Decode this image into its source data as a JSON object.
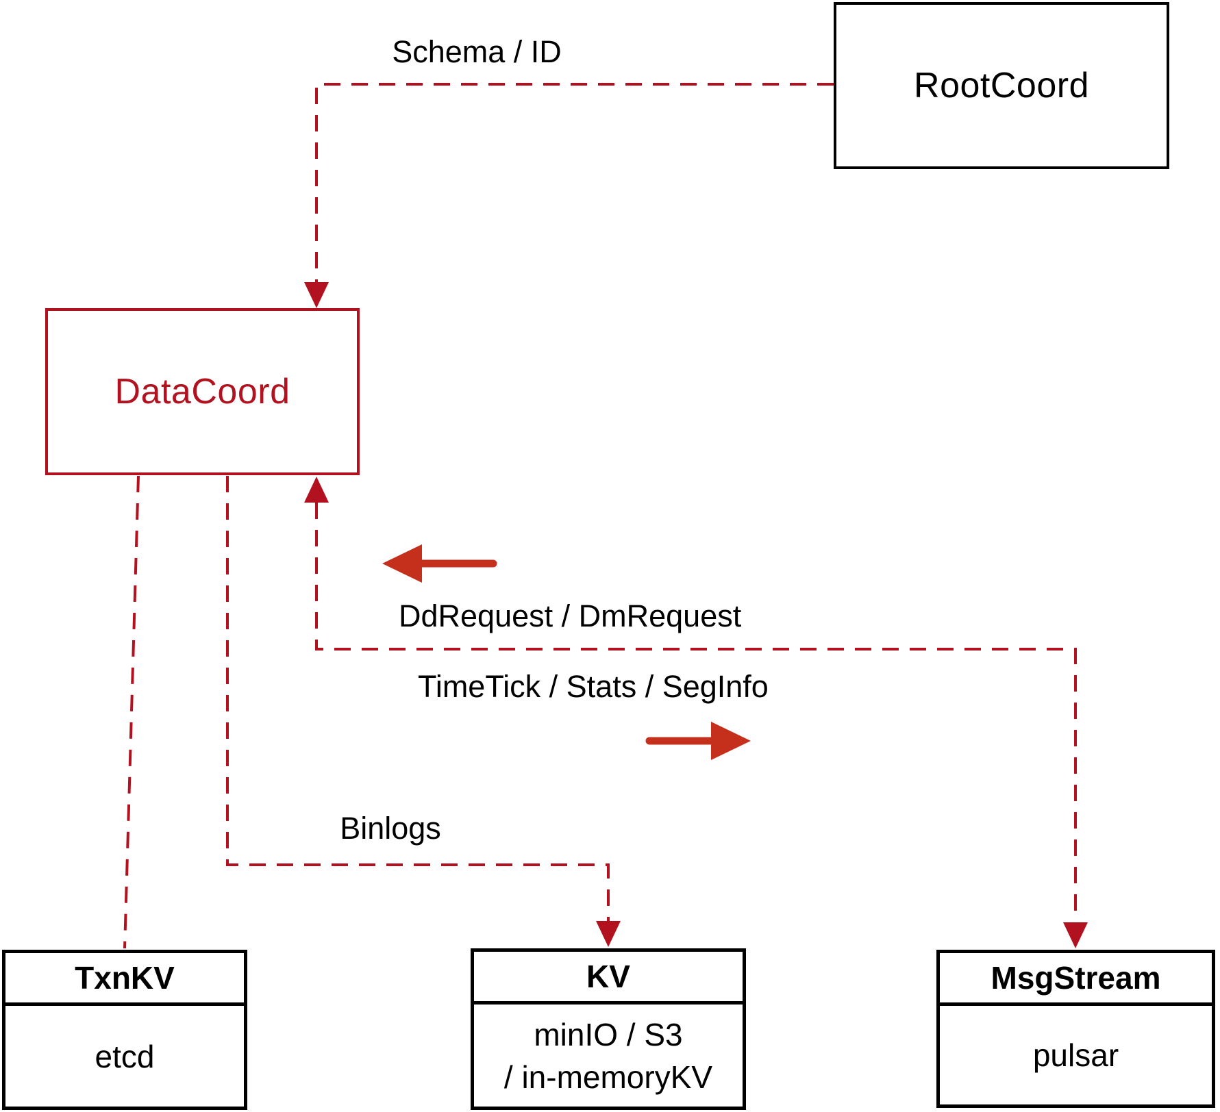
{
  "nodes": {
    "rootcoord": {
      "label": "RootCoord"
    },
    "datacoord": {
      "label": "DataCoord"
    },
    "txnkv": {
      "title": "TxnKV",
      "body": "etcd"
    },
    "kv": {
      "title": "KV",
      "body_line1": "minIO / S3",
      "body_line2": "/ in-memoryKV"
    },
    "msgstream": {
      "title": "MsgStream",
      "body": "pulsar"
    }
  },
  "edge_labels": {
    "schema_id": "Schema / ID",
    "dd_dm_request": "DdRequest / DmRequest",
    "timetick_stats_seginfo": "TimeTick / Stats / SegInfo",
    "binlogs": "Binlogs"
  },
  "colors": {
    "line_red": "#b2121f",
    "arrow_red": "#c5301d",
    "box_black": "#000000",
    "text_black": "#000000"
  }
}
